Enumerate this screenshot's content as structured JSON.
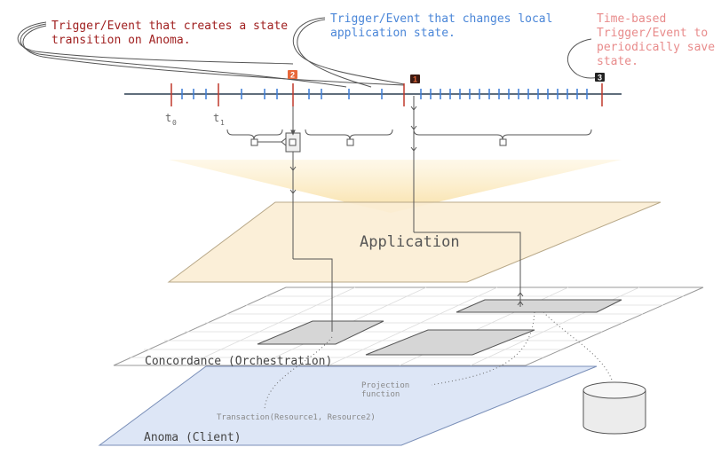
{
  "annotations": {
    "state_transition": [
      "Trigger/Event that creates a state",
      "transition on Anoma."
    ],
    "local_state": [
      "Trigger/Event that changes local",
      "application state."
    ],
    "periodic_save": [
      "Time-based",
      "Trigger/Event to",
      "periodically save",
      "state."
    ]
  },
  "timeline": {
    "t0_label": "t",
    "t0_sub": "0",
    "t1_label": "t",
    "t1_sub": "1",
    "badges": [
      "2",
      "1",
      "3"
    ]
  },
  "layers": {
    "application": "Application",
    "concordance": "Concordance (Orchestration)",
    "anoma": "Anoma (Client)"
  },
  "labels": {
    "projection": [
      "Projection",
      "function"
    ],
    "transaction": "Transaction(Resource1, Resource2)"
  },
  "colors": {
    "state_transition": "#a02020",
    "local_state": "#4a86d8",
    "periodic_save": "#e88b8b",
    "timeline": "#2c3e50",
    "tick_blue": "#3a7bd5",
    "tick_red": "#c0392b",
    "application_plane": "#fbeed5",
    "anoma_plane": "#dde6f6"
  }
}
